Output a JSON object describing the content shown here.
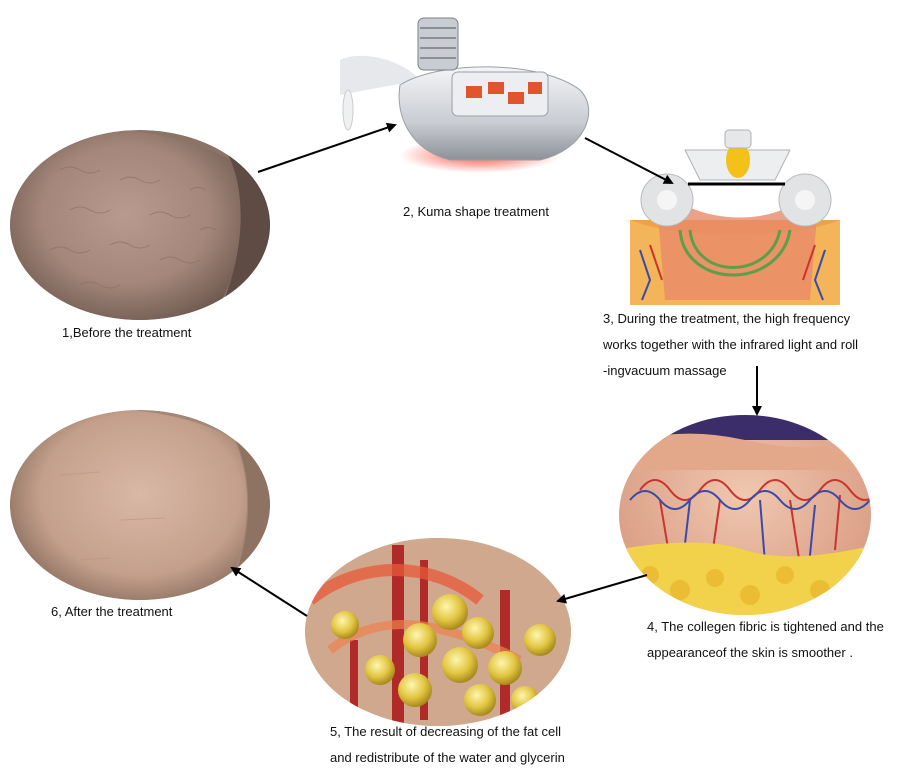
{
  "steps": [
    {
      "id": 1,
      "caption": [
        "1,Before the treatment"
      ]
    },
    {
      "id": 2,
      "caption": [
        "2, Kuma shape treatment"
      ]
    },
    {
      "id": 3,
      "caption": [
        "3, During the treatment, the high frequency",
        "works together with the infrared light and roll",
        "-ingvacuum massage"
      ]
    },
    {
      "id": 4,
      "caption": [
        "4, The collegen fibric is tightened and the",
        "appearanceof the skin is smoother ."
      ]
    },
    {
      "id": 5,
      "caption": [
        "5, The result of decreasing of the fat cell",
        "and redistribute of the water and glycerin"
      ]
    },
    {
      "id": 6,
      "caption": [
        "6, After the treatment"
      ]
    }
  ],
  "colors": {
    "skin_before": "#a98b7f",
    "skin_after": "#c8a692",
    "device_body": "#d9dbdf",
    "device_panel": "#e0542e",
    "red_glow": "#ff4a3a",
    "fat_yellow": "#e8c63a",
    "vessel_red": "#c8342e",
    "vessel_blue": "#3a4aa8",
    "arrow": "#000000"
  },
  "icons": [
    "thigh-before-image",
    "kuma-device-image",
    "treatment-head-image",
    "skin-layers-image",
    "fat-cells-image",
    "thigh-after-image",
    "flow-arrow"
  ]
}
